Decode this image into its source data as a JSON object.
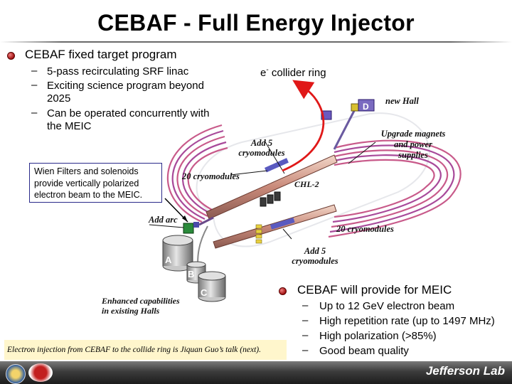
{
  "title": "CEBAF - Full Energy Injector",
  "left_section": {
    "heading": "CEBAF fixed target program",
    "items": [
      {
        "dash": "–",
        "lines": [
          "5-pass recirculating SRF linac"
        ]
      },
      {
        "dash": "–",
        "lines": [
          "Exciting science program beyond",
          "2025"
        ]
      },
      {
        "dash": "–",
        "lines": [
          "Can be operated concurrently with",
          "the MEIC"
        ]
      }
    ]
  },
  "collider_label": {
    "prefix": "e",
    "superscript": "-",
    "suffix": " collider ring"
  },
  "wien_box": {
    "lines": [
      "Wien Filters and solenoids",
      "provide vertically polarized",
      "electron beam to the MEIC."
    ]
  },
  "diagram_labels": {
    "new_hall": "new Hall",
    "upgrade": [
      "Upgrade magnets",
      "and power",
      "supplies"
    ],
    "add5_top": [
      "Add 5",
      "cryomodules"
    ],
    "cryo_20_left": "20 cryomodules",
    "chl2": "CHL-2",
    "add_arc": "Add arc",
    "cryo_20_right": "20 cryomodules",
    "add5_bottom": [
      "Add 5",
      "cryomodules"
    ],
    "enhanced": [
      "Enhanced capabilities",
      "in existing Halls"
    ],
    "hall_d": "D",
    "hall_a": "A",
    "hall_b": "B",
    "hall_c": "C"
  },
  "right_section": {
    "heading": "CEBAF will provide for MEIC",
    "items": [
      {
        "dash": "–",
        "text": "Up to 12 GeV electron beam"
      },
      {
        "dash": "–",
        "text": "High repetition rate (up to 1497 MHz)"
      },
      {
        "dash": "–",
        "text": "High polarization (>85%)"
      },
      {
        "dash": "–",
        "text": "Good beam quality"
      }
    ]
  },
  "caption": "Electron injection from CEBAF to the collide ring is Jiquan Guo’s talk (next).",
  "footer": {
    "brand": "Jefferson Lab"
  },
  "colors": {
    "arrow": "#e01818",
    "bullet": "#b01818",
    "caption_bg": "#fff6cc",
    "box_border": "#2a2a8a"
  }
}
